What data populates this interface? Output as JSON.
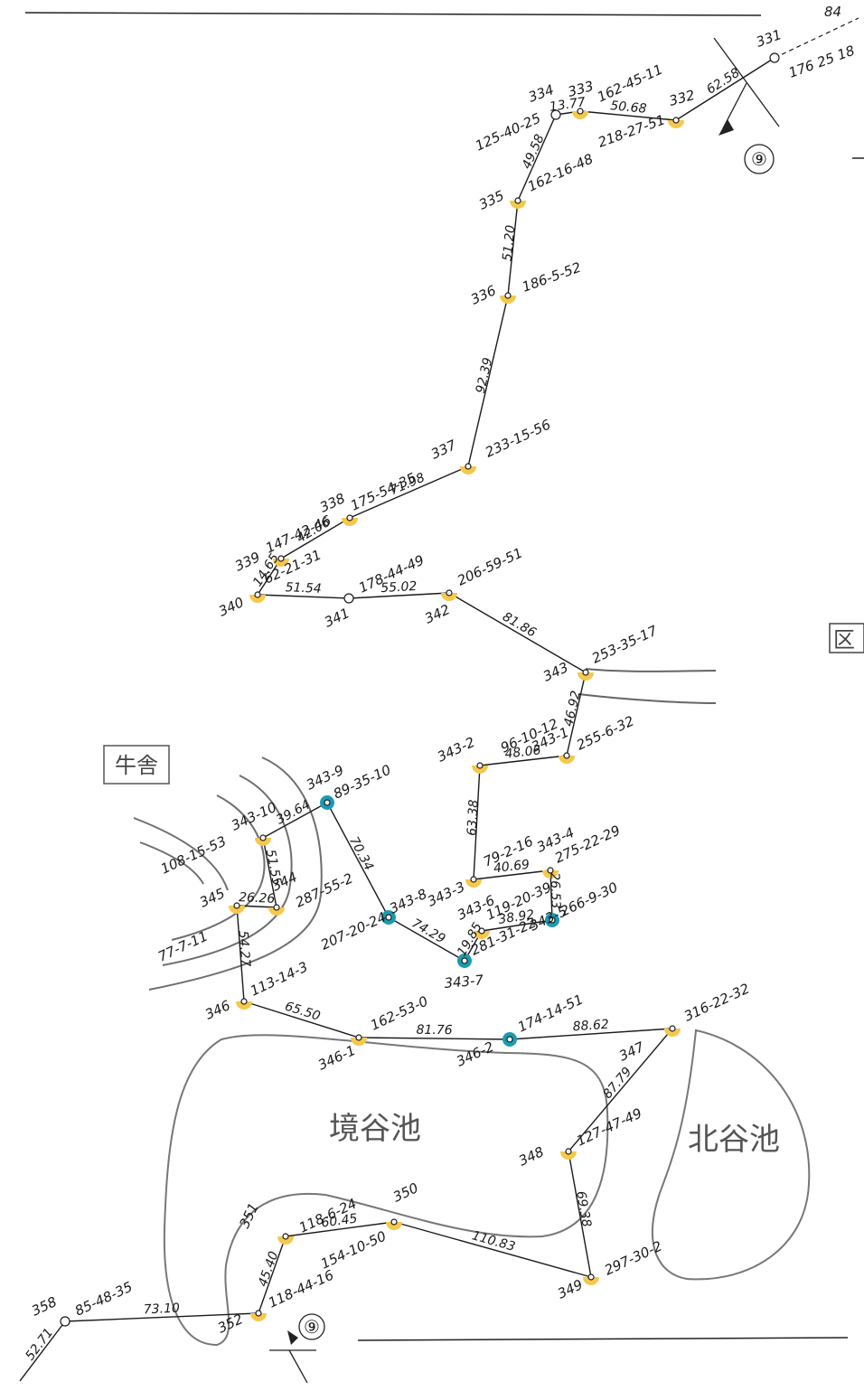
{
  "colors": {
    "ink": "#1a1a1a",
    "yellow_marker": "#f5c84c",
    "blue_marker": "#1b9bb0",
    "contour": "#6e6e6e"
  },
  "labels": {
    "pond_main": "境谷池",
    "pond_north": "北谷池",
    "building": "牛舎",
    "region_partial": "区",
    "sheet_ref_top": "⑨",
    "sheet_ref_bottom": "⑨",
    "top_right_partial": "84"
  },
  "points": [
    {
      "id": "331",
      "label": "331",
      "angle": "176 25 18",
      "marker": "open"
    },
    {
      "id": "332",
      "label": "332",
      "angle": "218-27-51",
      "marker": "yellow"
    },
    {
      "id": "333",
      "label": "333",
      "angle": "162-45-11",
      "marker": "yellow"
    },
    {
      "id": "334",
      "label": "334",
      "angle": "125-40-25",
      "marker": "open"
    },
    {
      "id": "335",
      "label": "335",
      "angle": "162-16-48",
      "marker": "yellow"
    },
    {
      "id": "336",
      "label": "336",
      "angle": "186-5-52",
      "marker": "yellow"
    },
    {
      "id": "337",
      "label": "337",
      "angle": "233-15-56",
      "marker": "yellow"
    },
    {
      "id": "338",
      "label": "338",
      "angle": "175-54-35",
      "marker": "yellow"
    },
    {
      "id": "339",
      "label": "339",
      "angle": "147-42-46",
      "marker": "yellow"
    },
    {
      "id": "340",
      "label": "340",
      "angle": "62-21-31",
      "marker": "yellow"
    },
    {
      "id": "341",
      "label": "341",
      "angle": "178-44-49",
      "marker": "open"
    },
    {
      "id": "342",
      "label": "342",
      "angle": "206-59-51",
      "marker": "yellow"
    },
    {
      "id": "343",
      "label": "343",
      "angle": "253-35-17",
      "marker": "yellow"
    },
    {
      "id": "343-1",
      "label": "343-1",
      "angle": "255-6-32",
      "marker": "yellow"
    },
    {
      "id": "343-2",
      "label": "343-2",
      "angle": "96-10-12",
      "marker": "yellow"
    },
    {
      "id": "343-3",
      "label": "343-3",
      "angle": "79-2-16",
      "marker": "yellow"
    },
    {
      "id": "343-4",
      "label": "343-4",
      "angle": "275-22-29",
      "marker": "yellow"
    },
    {
      "id": "343-5",
      "label": "343-5",
      "angle": "266-9-30",
      "marker": "blue"
    },
    {
      "id": "343-6",
      "label": "343-6",
      "angle": "119-20-39",
      "marker": "yellow"
    },
    {
      "id": "343-7",
      "label": "343-7",
      "angle": "281-31-22",
      "marker": "blue"
    },
    {
      "id": "343-8",
      "label": "343-8",
      "angle": "207-20-24",
      "marker": "blue"
    },
    {
      "id": "343-9",
      "label": "343-9",
      "angle": "89-35-10",
      "marker": "blue"
    },
    {
      "id": "343-10",
      "label": "343-10",
      "angle": "108-15-53",
      "marker": "yellow"
    },
    {
      "id": "344",
      "label": "344",
      "angle": "287-55-2",
      "marker": "yellow"
    },
    {
      "id": "345",
      "label": "345",
      "angle": "77-7-11",
      "marker": "yellow"
    },
    {
      "id": "346",
      "label": "346",
      "angle": "113-14-3",
      "marker": "yellow"
    },
    {
      "id": "346-1",
      "label": "346-1",
      "angle": "162-53-0",
      "marker": "yellow"
    },
    {
      "id": "346-2",
      "label": "346-2",
      "angle": "174-14-51",
      "marker": "blue"
    },
    {
      "id": "347",
      "label": "347",
      "angle": "316-22-32",
      "marker": "yellow"
    },
    {
      "id": "348",
      "label": "348",
      "angle": "127-47-49",
      "marker": "yellow"
    },
    {
      "id": "349",
      "label": "349",
      "angle": "297-30-2",
      "marker": "yellow"
    },
    {
      "id": "350",
      "label": "350",
      "angle": "154-10-50",
      "marker": "yellow"
    },
    {
      "id": "351",
      "label": "351",
      "angle": "118-6-24",
      "marker": "yellow"
    },
    {
      "id": "352",
      "label": "352",
      "angle": "118-44-16",
      "marker": "yellow"
    },
    {
      "id": "358",
      "label": "358",
      "angle": "85-48-35",
      "marker": "open"
    }
  ],
  "segments": [
    {
      "from": "331",
      "to": "332",
      "length": "62.58"
    },
    {
      "from": "332",
      "to": "333",
      "length": "50.68"
    },
    {
      "from": "333",
      "to": "334",
      "length": "13.77"
    },
    {
      "from": "334",
      "to": "335",
      "length": "49.58"
    },
    {
      "from": "335",
      "to": "336",
      "length": "51.20"
    },
    {
      "from": "336",
      "to": "337",
      "length": "92.39"
    },
    {
      "from": "337",
      "to": "338",
      "length": "71.98"
    },
    {
      "from": "338",
      "to": "339",
      "length": "42.06"
    },
    {
      "from": "339",
      "to": "340",
      "length": "14.65"
    },
    {
      "from": "340",
      "to": "341",
      "length": "51.54"
    },
    {
      "from": "341",
      "to": "342",
      "length": "55.02"
    },
    {
      "from": "342",
      "to": "343",
      "length": "81.86"
    },
    {
      "from": "343",
      "to": "343-1",
      "length": "46.92"
    },
    {
      "from": "343-1",
      "to": "343-2",
      "length": "48.06"
    },
    {
      "from": "343-2",
      "to": "343-3",
      "length": "63.38"
    },
    {
      "from": "343-3",
      "to": "343-4",
      "length": "40.69"
    },
    {
      "from": "343-4",
      "to": "343-5",
      "length": "26.53"
    },
    {
      "from": "343-5",
      "to": "343-6",
      "length": "38.92"
    },
    {
      "from": "343-6",
      "to": "343-7",
      "length": "19.85"
    },
    {
      "from": "343-7",
      "to": "343-8",
      "length": "74.29"
    },
    {
      "from": "343-8",
      "to": "343-9",
      "length": "70.34"
    },
    {
      "from": "343-9",
      "to": "343-10",
      "length": "39.64"
    },
    {
      "from": "343-10",
      "to": "344",
      "length": "51.55"
    },
    {
      "from": "344",
      "to": "345",
      "length": "26.26"
    },
    {
      "from": "345",
      "to": "346",
      "length": "54.27"
    },
    {
      "from": "346",
      "to": "346-1",
      "length": "65.50"
    },
    {
      "from": "346-1",
      "to": "346-2",
      "length": "81.76"
    },
    {
      "from": "346-2",
      "to": "347",
      "length": "88.62"
    },
    {
      "from": "347",
      "to": "348",
      "length": "87.79"
    },
    {
      "from": "348",
      "to": "349",
      "length": "69.38"
    },
    {
      "from": "349",
      "to": "350",
      "length": "110.83"
    },
    {
      "from": "350",
      "to": "351",
      "length": "60.45"
    },
    {
      "from": "351",
      "to": "352",
      "length": "45.40"
    },
    {
      "from": "358",
      "to": "352",
      "length": "73.10"
    },
    {
      "from": "358",
      "to": "edge",
      "length": "52.71"
    }
  ]
}
